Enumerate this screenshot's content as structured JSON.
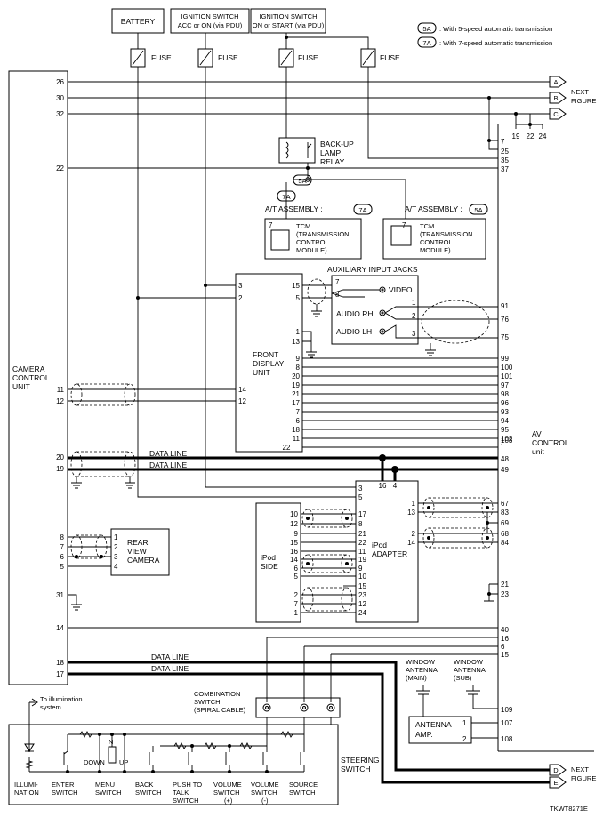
{
  "power": {
    "battery": "BATTERY",
    "ign_acc": [
      "IGNITION SWITCH",
      "ACC or ON (via PDU)"
    ],
    "ign_start": [
      "IGNITION SWITCH",
      "ON or START (via PDU)"
    ],
    "fuse": "FUSE"
  },
  "legend": {
    "tag_5a": "5A",
    "tag_7a": "7A",
    "text_5a": ": With 5-speed automatic transmission",
    "text_7a": ": With 7-speed automatic transmission"
  },
  "components": {
    "camera_unit": [
      "CAMERA",
      "CONTROL",
      "UNIT"
    ],
    "av_unit": [
      "AV",
      "CONTROL",
      "unit"
    ],
    "backup_relay": [
      "BACK-UP",
      "LAMP",
      "RELAY"
    ],
    "at_assembly": "A/T ASSEMBLY :",
    "tcm": [
      "TCM",
      "(TRANSMISSION",
      "CONTROL",
      "MODULE)"
    ],
    "front_display": [
      "FRONT",
      "DISPLAY",
      "UNIT"
    ],
    "aux_jacks": "AUXILIARY INPUT JACKS",
    "video": "VIDEO",
    "audio_rh": "AUDIO RH",
    "audio_lh": "AUDIO LH",
    "rear_camera": [
      "REAR",
      "VIEW",
      "CAMERA"
    ],
    "ipod_side": [
      "iPod",
      "SIDE"
    ],
    "ipod_adapter": [
      "iPod",
      "ADAPTER"
    ],
    "window_main": [
      "WINDOW",
      "ANTENNA",
      "(MAIN)"
    ],
    "window_sub": [
      "WINDOW",
      "ANTENNA",
      "(SUB)"
    ],
    "antenna_amp": [
      "ANTENNA",
      "AMP."
    ],
    "combination_switch": [
      "COMBINATION",
      "SWITCH",
      "(SPIRAL CABLE)"
    ],
    "steering_switch": [
      "STEERING",
      "SWITCH"
    ],
    "illumination_note": [
      "To illumination",
      "system"
    ],
    "data_line": "DATA LINE",
    "next_figure": [
      "NEXT",
      "FIGURE"
    ],
    "connectors": [
      "A",
      "B",
      "C",
      "D",
      "E"
    ]
  },
  "switches": {
    "illumination": [
      "ILLUMI-",
      "NATION"
    ],
    "enter": [
      "ENTER",
      "SWITCH"
    ],
    "menu": [
      "MENU",
      "SWITCH"
    ],
    "back": [
      "BACK",
      "SWITCH"
    ],
    "ptt": [
      "PUSH TO",
      "TALK",
      "SWITCH"
    ],
    "vol_up": [
      "VOLUME",
      "SWITCH",
      "(+)"
    ],
    "vol_down": [
      "VOLUME",
      "SWITCH",
      "(-)"
    ],
    "source": [
      "SOURCE",
      "SWITCH"
    ],
    "down": "DOWN",
    "up": "UP",
    "n": "N"
  },
  "code": "TKWT8271E"
}
